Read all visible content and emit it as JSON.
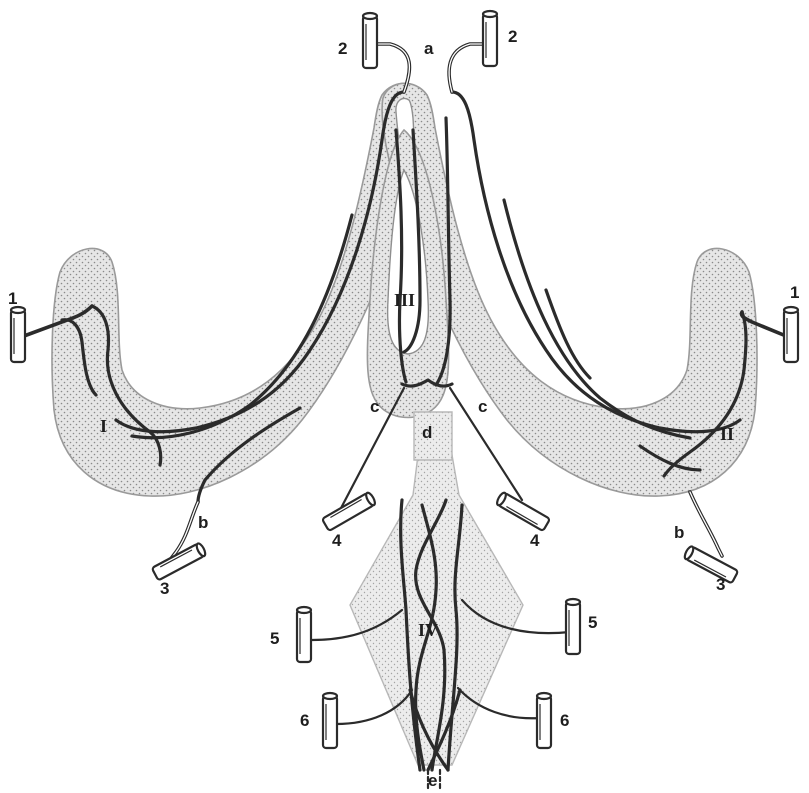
{
  "organs": {
    "left_horn": "I",
    "right_horn": "II",
    "body": "III",
    "lower": "IV"
  },
  "vessels": {
    "a": "a",
    "b": "b",
    "c": "c",
    "d": "d",
    "e": "e"
  },
  "ports": {
    "p1": "1",
    "p2": "2",
    "p3": "3",
    "p4": "4",
    "p5": "5",
    "p6": "6"
  },
  "colors": {
    "tissue_dots": "#8a8a8a",
    "tissue_fill": "#e4e4e4",
    "vessel": "#2b2b2b"
  }
}
